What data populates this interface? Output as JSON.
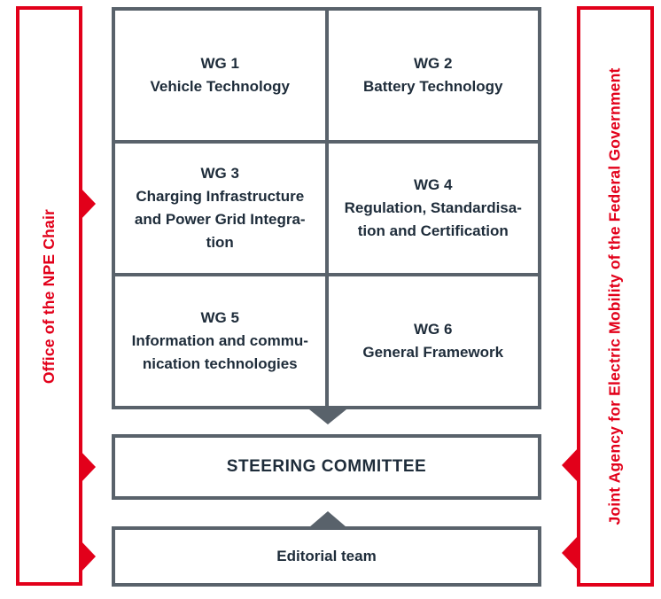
{
  "colors": {
    "red": "#e2001a",
    "gray": "#59626b",
    "text": "#1e2c3a"
  },
  "left_sidebar": {
    "label": "Office of the NPE Chair"
  },
  "right_sidebar": {
    "label": "Joint Agency for Electric Mobility of the Federal Government"
  },
  "working_groups": [
    {
      "id": "WG 1",
      "name": "Vehicle Technology"
    },
    {
      "id": "WG 2",
      "name": "Battery Technology"
    },
    {
      "id": "WG 3",
      "name": "Charging Infrastructure\nand Power Grid Integra-\ntion"
    },
    {
      "id": "WG 4",
      "name": "Regulation, Standardisa-\ntion and Certification"
    },
    {
      "id": "WG 5",
      "name": "Information and commu-\nnication technologies"
    },
    {
      "id": "WG 6",
      "name": "General Framework"
    }
  ],
  "steering_committee": {
    "label": "STEERING COMMITTEE"
  },
  "editorial_team": {
    "label": "Editorial team"
  },
  "icons": {
    "grid_to_steering_arrow": "triangle-down",
    "editorial_to_steering_arrow": "triangle-up",
    "left_sidebar_arrows": "triangle-right",
    "right_sidebar_arrows": "triangle-left"
  }
}
